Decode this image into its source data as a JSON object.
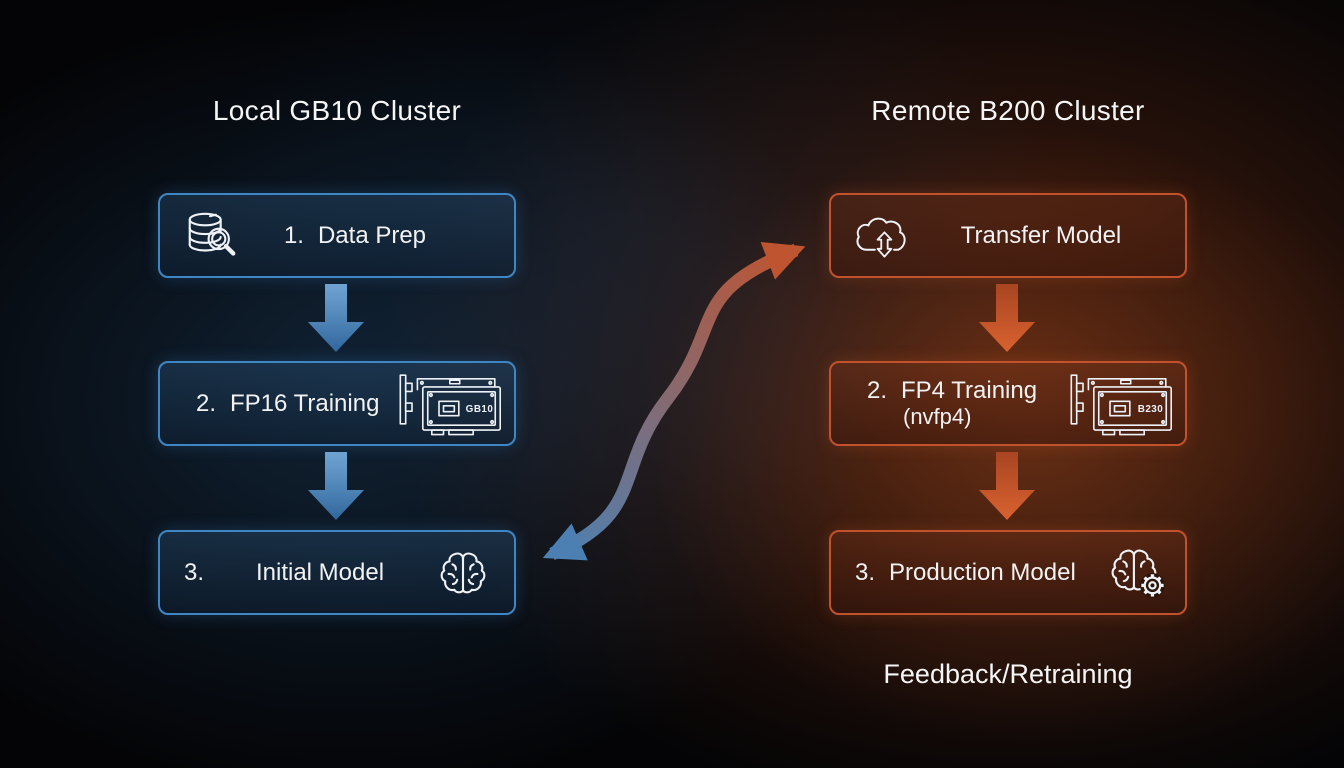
{
  "diagram": {
    "background": "#040406",
    "text_color": "#f2f2f2"
  },
  "left_cluster": {
    "title": "Local GB10 Cluster",
    "accent": "#3f86c4",
    "arrow_color": "#4a86bd",
    "steps": [
      {
        "number": "1.",
        "label": "Data Prep",
        "icon": "database-search-icon"
      },
      {
        "number": "2.",
        "label": "FP16 Training",
        "icon": "gpu-card-icon",
        "gpu_label": "GB10"
      },
      {
        "number": "3.",
        "label": "Initial Model",
        "icon": "brain-icon"
      }
    ]
  },
  "right_cluster": {
    "title": "Remote B200 Cluster",
    "accent": "#c2522c",
    "arrow_color": "#c6552a",
    "steps": [
      {
        "label": "Transfer Model",
        "icon": "cloud-transfer-icon"
      },
      {
        "number": "2.",
        "label": "FP4 Training",
        "sublabel": "(nvfp4)",
        "icon": "gpu-card-icon",
        "gpu_label": "B230"
      },
      {
        "number": "3.",
        "label": "Production Model",
        "icon": "brain-gear-icon"
      }
    ],
    "footer": "Feedback/Retraining"
  },
  "transfer_link": {
    "start_color": "#4d80b2",
    "end_color": "#bf5430"
  }
}
